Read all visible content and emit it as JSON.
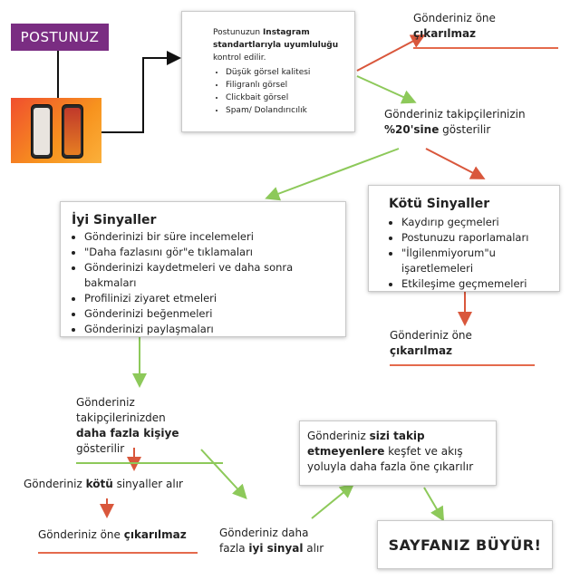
{
  "post_tag": "POSTUNUZ",
  "check_box": {
    "intro_before": "Postunuzun ",
    "intro_bold": "Instagram standartlarıyla uyumluluğu",
    "intro_after": " kontrol edilir.",
    "items": [
      "Düşük görsel kalitesi",
      "Filigranlı görsel",
      "Clickbait görsel",
      "Spam/ Dolandırıcılık"
    ]
  },
  "top_right_result": {
    "before": "Gönderiniz öne ",
    "bold": "çıkarılmaz"
  },
  "shown_result": {
    "before": "Gönderiniz takipçilerinizin ",
    "bold": "%20'sine",
    "after": " gösterilir"
  },
  "good_signals": {
    "title": "İyi Sinyaller",
    "items": [
      "Gönderinizi bir süre incelemeleri",
      "\"Daha fazlasını gör\"e tıklamaları",
      "Gönderinizi kaydetmeleri ve daha sonra bakmaları",
      "Profilinizi ziyaret etmeleri",
      "Gönderinizi beğenmeleri",
      "Gönderinizi paylaşmaları"
    ]
  },
  "bad_signals": {
    "title": "Kötü Sinyaller",
    "items": [
      "Kaydırıp geçmeleri",
      "Postunuzu raporlamaları",
      "\"İlgilenmiyorum\"u işaretlemeleri",
      "Etkileşime geçmemeleri"
    ]
  },
  "bad_result": {
    "before": "Gönderiniz öne ",
    "bold": "çıkarılmaz"
  },
  "more_people": {
    "line1": "Gönderiniz takipçilerinizden",
    "bold": "daha fazla kişiye",
    "after": " gösterilir"
  },
  "bad_signal_receive": {
    "before": "Gönderiniz ",
    "bold": "kötü",
    "after": " sinyaller alır"
  },
  "bottom_left_result": {
    "before": "Gönderiniz öne ",
    "bold": "çıkarılmaz"
  },
  "good_signal_receive": {
    "line1": "Gönderiniz daha",
    "before": "fazla ",
    "bold": "iyi sinyal",
    "after": " alır"
  },
  "explore_box": {
    "before": "Gönderiniz ",
    "bold": "sizi takip etmeyenlere",
    "after": " keşfet ve akış yoluyla daha fazla öne çıkarılır"
  },
  "final_box": "SAYFANIZ BÜYÜR!",
  "colors": {
    "tag": "#7a2d82",
    "red": "#e46a4c",
    "green": "#8dc95a"
  }
}
